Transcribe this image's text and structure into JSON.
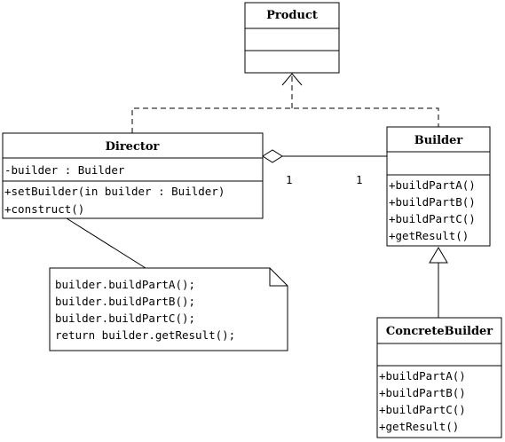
{
  "classes": {
    "product": {
      "name": "Product",
      "attributes": [],
      "operations": []
    },
    "director": {
      "name": "Director",
      "attributes": [
        "-builder : Builder"
      ],
      "operations": [
        "+setBuilder(in builder : Builder)",
        "+construct()"
      ]
    },
    "builder": {
      "name": "Builder",
      "attributes": [],
      "operations": [
        "+buildPartA()",
        "+buildPartB()",
        "+buildPartC()",
        "+getResult()"
      ]
    },
    "concrete_builder": {
      "name": "ConcreteBuilder",
      "attributes": [],
      "operations": [
        "+buildPartA()",
        "+buildPartB()",
        "+buildPartC()",
        "+getResult()"
      ]
    }
  },
  "note": {
    "lines": [
      "builder.buildPartA();",
      "builder.buildPartB();",
      "builder.buildPartC();",
      "return builder.getResult();"
    ]
  },
  "association": {
    "director_multiplicity": "1",
    "builder_multiplicity": "1"
  }
}
